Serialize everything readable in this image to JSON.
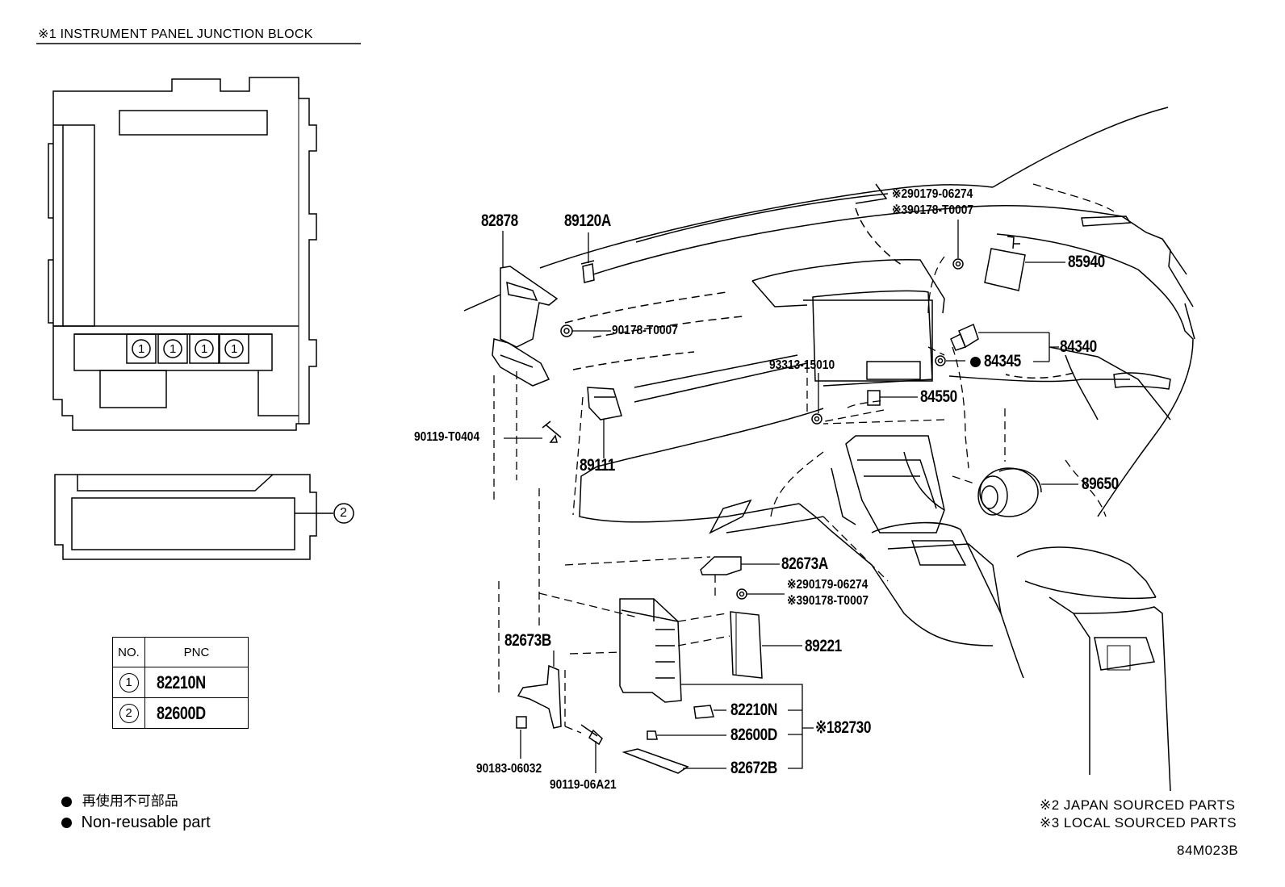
{
  "header": {
    "title": "※1 INSTRUMENT PANEL JUNCTION BLOCK"
  },
  "block_circles": [
    "1",
    "1",
    "1",
    "1"
  ],
  "connector_callout": "2",
  "pnc_table": {
    "headers": [
      "NO.",
      "PNC"
    ],
    "rows": [
      {
        "no": "1",
        "pnc": "82210N"
      },
      {
        "no": "2",
        "pnc": "82600D"
      }
    ]
  },
  "legend": {
    "jp": "再使用不可部品",
    "en": "Non-reusable part"
  },
  "parts": {
    "p82878": "82878",
    "p89120A": "89120A",
    "p90178_T0007": "90178-T0007",
    "p90119_T0404": "90119-T0404",
    "p89111": "89111",
    "p93313_15010": "93313-15010",
    "p84550": "84550",
    "p84345": "84345",
    "p84340": "84340",
    "p85940": "85940",
    "p89650": "89650",
    "top_ref_2": "※290179-06274",
    "top_ref_3": "※390178-T0007",
    "p82673A": "82673A",
    "mid_ref_2": "※290179-06274",
    "mid_ref_3": "※390178-T0007",
    "p82673B": "82673B",
    "p89221": "89221",
    "p82210N": "82210N",
    "p82600D": "82600D",
    "p82672B": "82672B",
    "p82730": "※182730",
    "p90183_06032": "90183-06032",
    "p90119_06A21": "90119-06A21"
  },
  "notes": {
    "japan": "※2 JAPAN SOURCED PARTS",
    "local": "※3 LOCAL SOURCED PARTS",
    "drawing_code": "84M023B"
  }
}
